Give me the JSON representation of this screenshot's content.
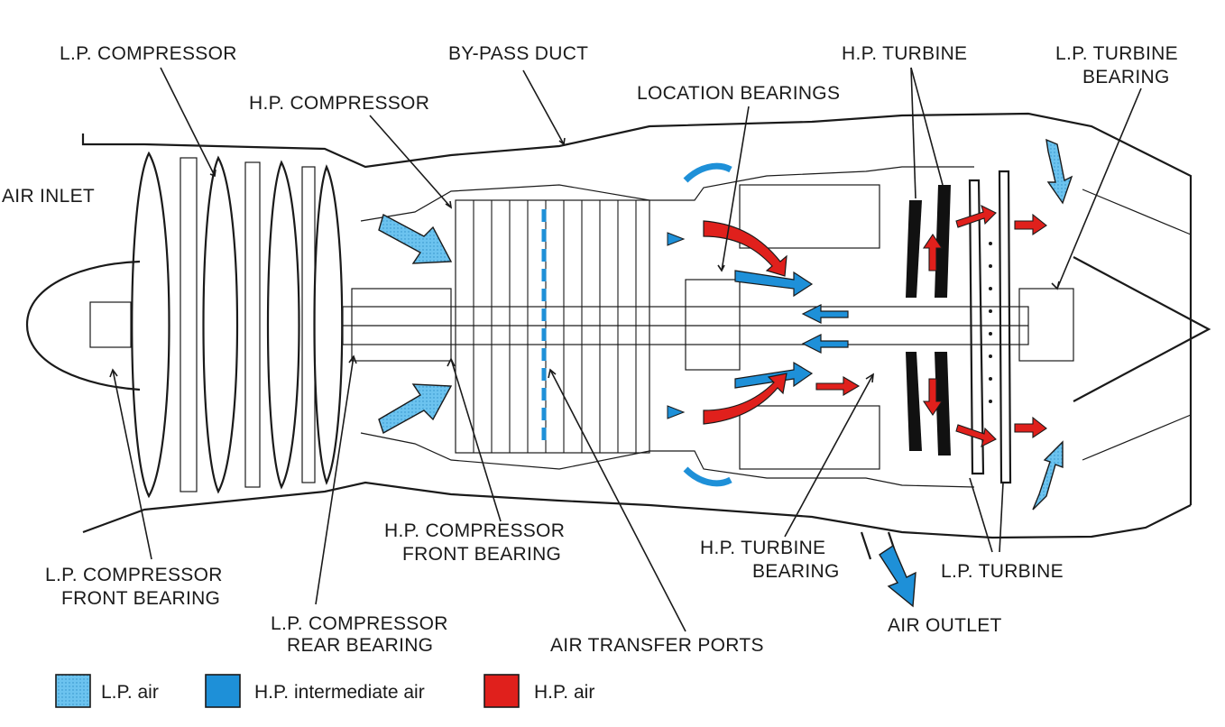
{
  "labels": {
    "lp_compressor": "L.P. COMPRESSOR",
    "bypass_duct": "BY-PASS DUCT",
    "hp_compressor": "H.P. COMPRESSOR",
    "location_bearings": "LOCATION BEARINGS",
    "hp_turbine": "H.P. TURBINE",
    "lp_turbine_bearing_1": "L.P. TURBINE",
    "lp_turbine_bearing_2": "BEARING",
    "air_inlet": "AIR INLET",
    "lp_compressor_front_bearing_1": "L.P. COMPRESSOR",
    "lp_compressor_front_bearing_2": "FRONT BEARING",
    "lp_compressor_rear_bearing_1": "L.P. COMPRESSOR",
    "lp_compressor_rear_bearing_2": "REAR BEARING",
    "hp_compressor_front_bearing_1": "H.P. COMPRESSOR",
    "hp_compressor_front_bearing_2": "FRONT BEARING",
    "air_transfer_ports": "AIR TRANSFER PORTS",
    "hp_turbine_bearing_1": "H.P. TURBINE",
    "hp_turbine_bearing_2": "BEARING",
    "lp_turbine": "L.P. TURBINE",
    "air_outlet": "AIR OUTLET"
  },
  "legend": [
    {
      "label": "L.P. air",
      "color": "#5bb8e8"
    },
    {
      "label": "H.P. intermediate air",
      "color": "#1e90d8"
    },
    {
      "label": "H.P. air",
      "color": "#e0201c"
    }
  ],
  "colors": {
    "lp_air": "#5bb8e8",
    "hp_intermediate_air": "#1e90d8",
    "hp_air": "#e0201c",
    "outline": "#1a1a1a"
  }
}
